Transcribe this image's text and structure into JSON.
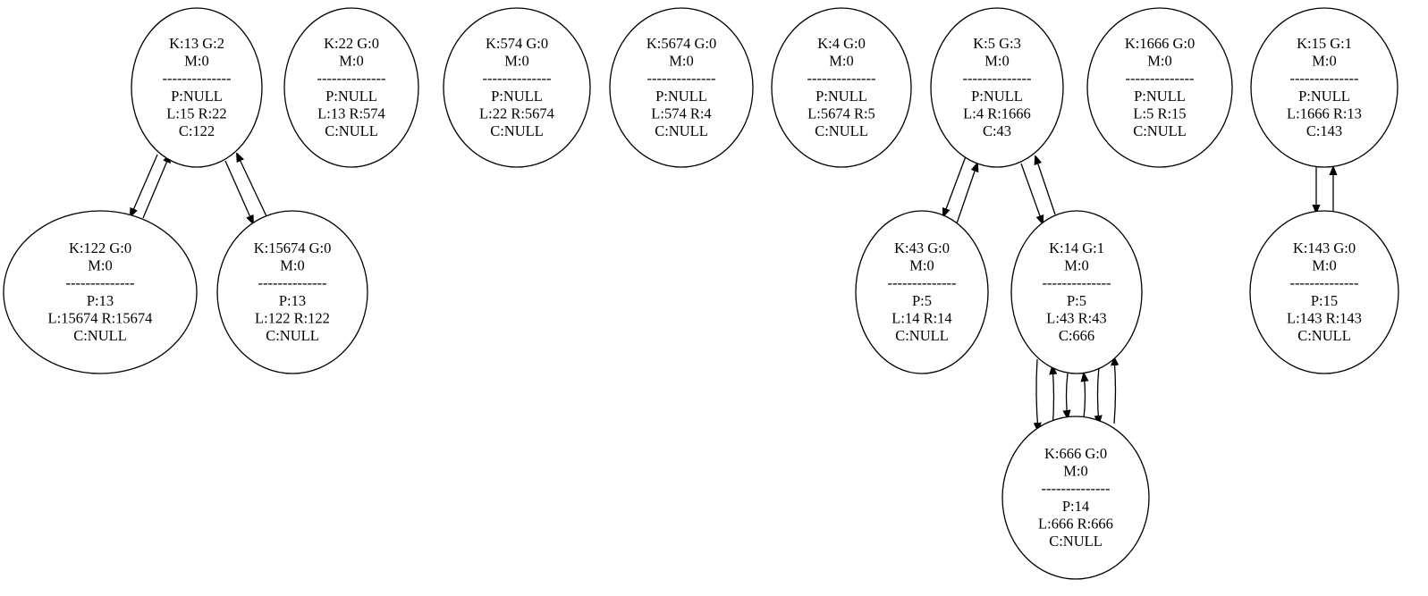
{
  "nodes": [
    {
      "id": "13",
      "lines": [
        "K:13  G:2",
        "M:0",
        "--------------",
        "P:NULL",
        "L:15  R:22",
        "C:122"
      ]
    },
    {
      "id": "22",
      "lines": [
        "K:22  G:0",
        "M:0",
        "--------------",
        "P:NULL",
        "L:13  R:574",
        "C:NULL"
      ]
    },
    {
      "id": "574",
      "lines": [
        "K:574  G:0",
        "M:0",
        "--------------",
        "P:NULL",
        "L:22  R:5674",
        "C:NULL"
      ]
    },
    {
      "id": "5674",
      "lines": [
        "K:5674  G:0",
        "M:0",
        "--------------",
        "P:NULL",
        "L:574  R:4",
        "C:NULL"
      ]
    },
    {
      "id": "4",
      "lines": [
        "K:4  G:0",
        "M:0",
        "--------------",
        "P:NULL",
        "L:5674  R:5",
        "C:NULL"
      ]
    },
    {
      "id": "5",
      "lines": [
        "K:5  G:3",
        "M:0",
        "--------------",
        "P:NULL",
        "L:4  R:1666",
        "C:43"
      ]
    },
    {
      "id": "1666",
      "lines": [
        "K:1666  G:0",
        "M:0",
        "--------------",
        "P:NULL",
        "L:5  R:15",
        "C:NULL"
      ]
    },
    {
      "id": "15",
      "lines": [
        "K:15  G:1",
        "M:0",
        "--------------",
        "P:NULL",
        "L:1666  R:13",
        "C:143"
      ]
    },
    {
      "id": "122",
      "lines": [
        "K:122  G:0",
        "M:0",
        "--------------",
        "P:13",
        "L:15674  R:15674",
        "C:NULL"
      ]
    },
    {
      "id": "15674",
      "lines": [
        "K:15674  G:0",
        "M:0",
        "--------------",
        "P:13",
        "L:122  R:122",
        "C:NULL"
      ]
    },
    {
      "id": "43",
      "lines": [
        "K:43  G:0",
        "M:0",
        "--------------",
        "P:5",
        "L:14  R:14",
        "C:NULL"
      ]
    },
    {
      "id": "14",
      "lines": [
        "K:14  G:1",
        "M:0",
        "--------------",
        "P:5",
        "L:43  R:43",
        "C:666"
      ]
    },
    {
      "id": "143",
      "lines": [
        "K:143  G:0",
        "M:0",
        "--------------",
        "P:15",
        "L:143  R:143",
        "C:NULL"
      ]
    },
    {
      "id": "666",
      "lines": [
        "K:666  G:0",
        "M:0",
        "--------------",
        "P:14",
        "L:666  R:666",
        "C:NULL"
      ]
    }
  ],
  "edges": [
    {
      "from": "13",
      "to": "122"
    },
    {
      "from": "122",
      "to": "13"
    },
    {
      "from": "13",
      "to": "15674"
    },
    {
      "from": "15674",
      "to": "13"
    },
    {
      "from": "5",
      "to": "43"
    },
    {
      "from": "43",
      "to": "5"
    },
    {
      "from": "5",
      "to": "14"
    },
    {
      "from": "14",
      "to": "5"
    },
    {
      "from": "15",
      "to": "143"
    },
    {
      "from": "143",
      "to": "15"
    },
    {
      "from": "14",
      "to": "666"
    },
    {
      "from": "666",
      "to": "14"
    },
    {
      "from": "14",
      "to": "666"
    },
    {
      "from": "666",
      "to": "14"
    },
    {
      "from": "14",
      "to": "666"
    },
    {
      "from": "666",
      "to": "14"
    }
  ]
}
